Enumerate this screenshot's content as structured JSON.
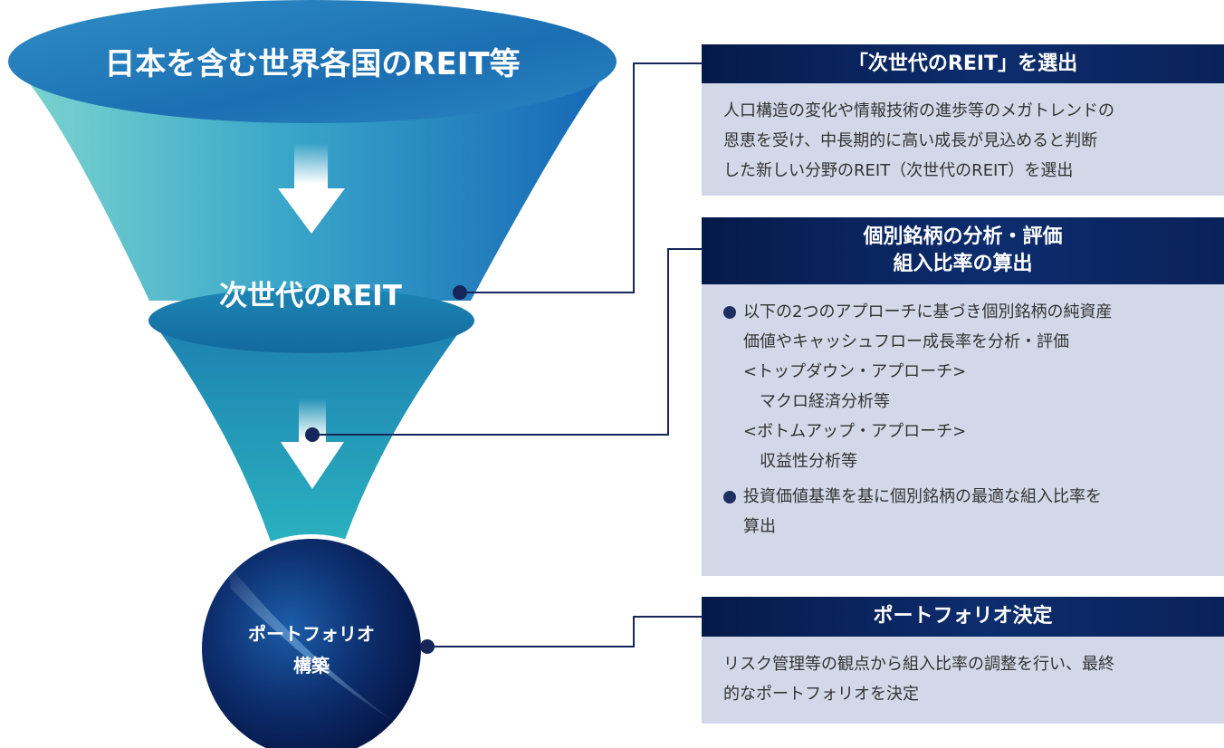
{
  "funnel": {
    "top_label": "日本を含む世界各国のREIT等",
    "middle_label": "次世代のREIT",
    "bottom_label_line1": "ポートフォリオ",
    "bottom_label_line2": "構築"
  },
  "panels": {
    "select": {
      "title": "「次世代のREIT」を選出",
      "body_line1": "人口構造の変化や情報技術の進歩等のメガトレンドの",
      "body_line2": "恩恵を受け、中長期的に高い成長が見込めると判断",
      "body_line3": "した新しい分野のREIT（次世代のREIT）を選出"
    },
    "analysis": {
      "title_line1": "個別銘柄の分析・評価",
      "title_line2": "組入比率の算出",
      "bullet1_line1": "以下の2つのアプローチに基づき個別銘柄の純資産",
      "bullet1_line2": "価値やキャッシュフロー成長率を分析・評価",
      "topdown_title": "<トップダウン・アプローチ>",
      "topdown_item": "マクロ経済分析等",
      "bottomup_title": "<ボトムアップ・アプローチ>",
      "bottomup_item": "収益性分析等",
      "bullet2_line1": "投資価値基準を基に個別銘柄の最適な組入比率を",
      "bullet2_line2": "算出"
    },
    "portfolio": {
      "title": "ポートフォリオ決定",
      "body_line1": "リスク管理等の観点から組入比率の調整を行い、最終",
      "body_line2": "的なポートフォリオを決定"
    }
  },
  "colors": {
    "funnel_light": "#6fd0d0",
    "funnel_dark": "#1a6fb8",
    "navy": "#0d2159",
    "panel_bg": "#d2d8e8",
    "connector": "#16255a"
  }
}
